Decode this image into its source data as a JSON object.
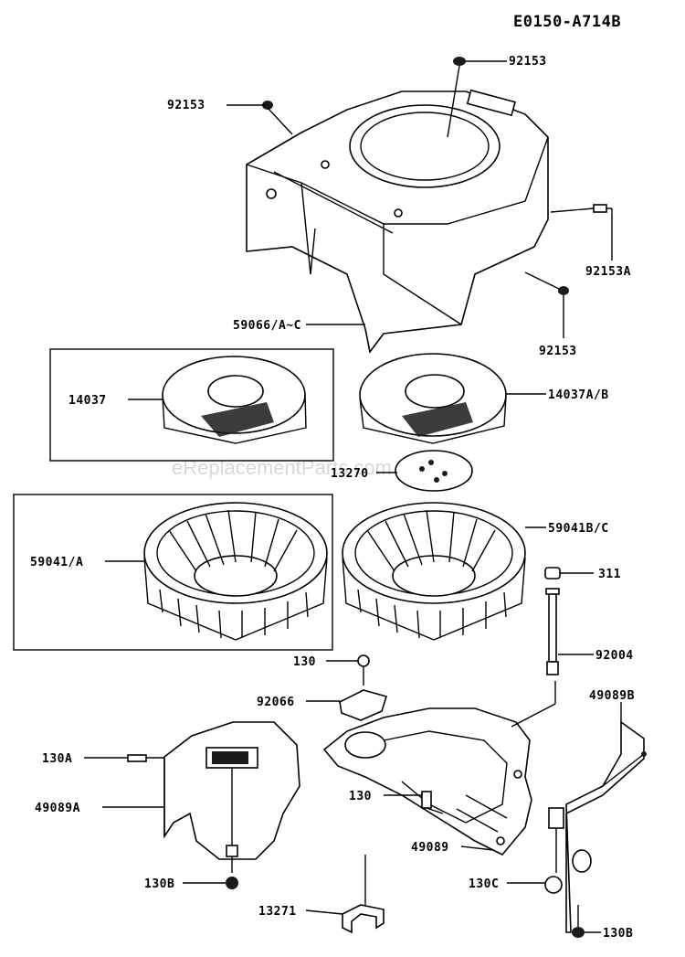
{
  "diagram_id": "E0150-A714B",
  "watermark": "eReplacementParts.com",
  "labels": {
    "l_92153_top": "92153",
    "l_92153_left": "92153",
    "l_92153A": "92153A",
    "l_92153_mid": "92153",
    "l_59066": "59066/A~C",
    "l_14037": "14037",
    "l_14037AB": "14037A/B",
    "l_13270": "13270",
    "l_59041A": "59041/A",
    "l_59041BC": "59041B/C",
    "l_311": "311",
    "l_130_top": "130",
    "l_92004": "92004",
    "l_92066": "92066",
    "l_49089B": "49089B",
    "l_130A": "130A",
    "l_49089A": "49089A",
    "l_130_mid": "130",
    "l_49089": "49089",
    "l_130B_left": "130B",
    "l_130C": "130C",
    "l_13271": "13271",
    "l_130B_right": "130B"
  }
}
